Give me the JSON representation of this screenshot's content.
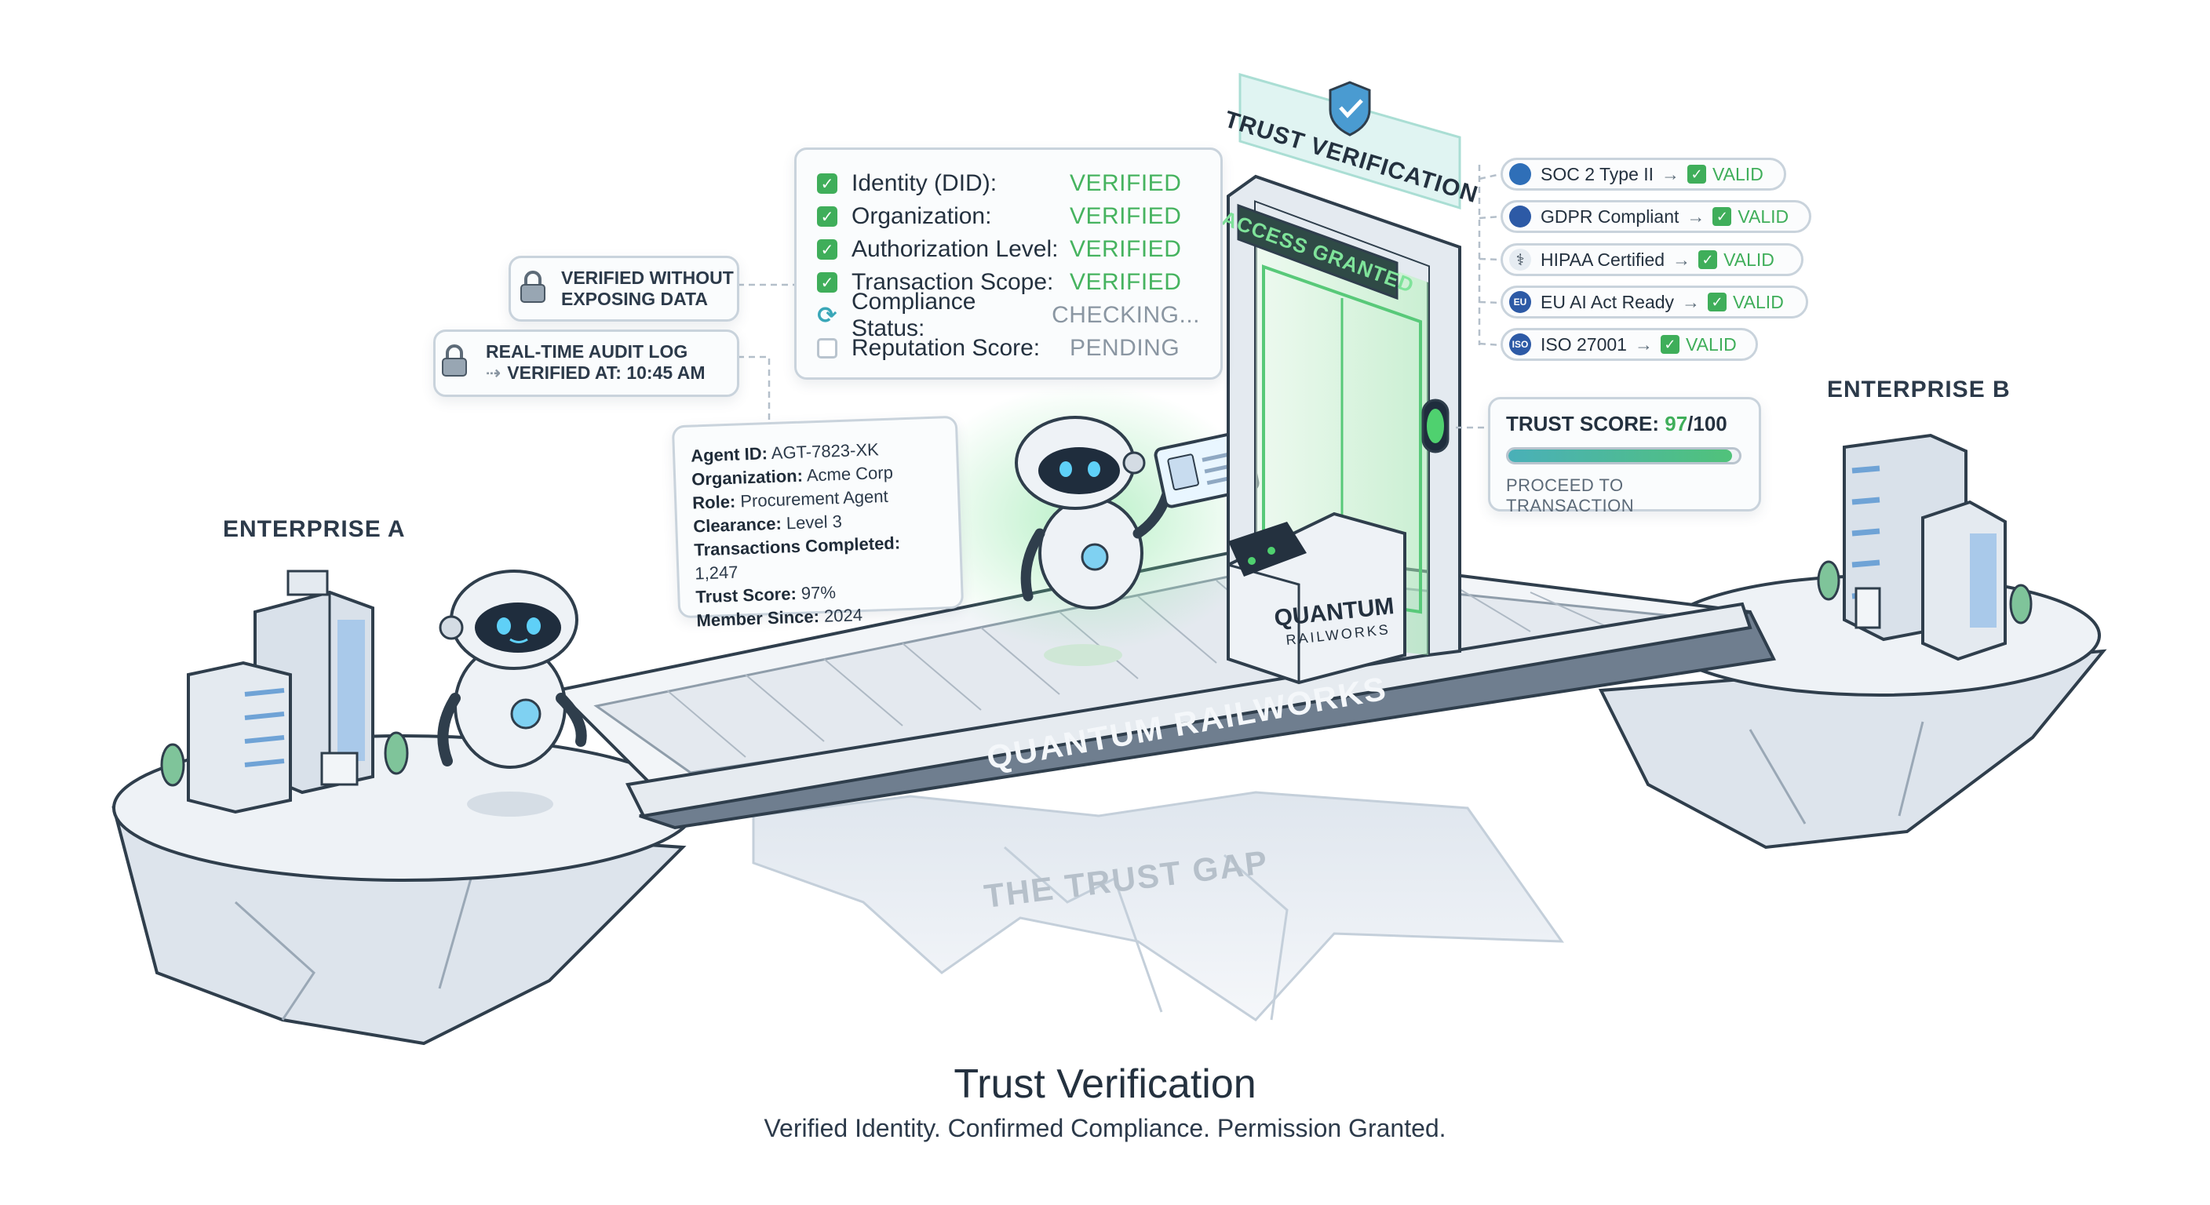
{
  "enterprises": {
    "a": "ENTERPRISE A",
    "b": "ENTERPRISE B"
  },
  "notes": {
    "privacy": {
      "line1": "VERIFIED WITHOUT",
      "line2": "EXPOSING DATA"
    },
    "audit": {
      "line1": "REAL-TIME AUDIT LOG",
      "line2": "VERIFIED AT: 10:45 AM"
    }
  },
  "checklist": [
    {
      "label": "Identity (DID):",
      "status": "VERIFIED",
      "state": "checked"
    },
    {
      "label": "Organization:",
      "status": "VERIFIED",
      "state": "checked"
    },
    {
      "label": "Authorization Level:",
      "status": "VERIFIED",
      "state": "checked"
    },
    {
      "label": "Transaction Scope:",
      "status": "VERIFIED",
      "state": "checked"
    },
    {
      "label": "Compliance Status:",
      "status": "CHECKING...",
      "state": "syncing"
    },
    {
      "label": "Reputation Score:",
      "status": "PENDING",
      "state": "empty"
    }
  ],
  "agent_card": {
    "fields": [
      {
        "key": "Agent ID:",
        "value": "AGT-7823-XK"
      },
      {
        "key": "Organization:",
        "value": "Acme Corp"
      },
      {
        "key": "Role:",
        "value": "Procurement Agent"
      },
      {
        "key": "Clearance:",
        "value": "Level 3"
      },
      {
        "key": "Transactions Completed:",
        "value": "1,247"
      },
      {
        "key": "Trust Score:",
        "value": "97%"
      },
      {
        "key": "Member Since:",
        "value": "2024"
      }
    ]
  },
  "gate": {
    "header": "TRUST VERIFICATION",
    "status": "ACCESS GRANTED"
  },
  "kiosk": {
    "line1": "QUANTUM",
    "line2": "RAILWORKS"
  },
  "rail_label": "QUANTUM RAILWORKS",
  "gap_label": "THE TRUST GAP",
  "certifications": [
    {
      "name": "SOC 2 Type II",
      "status": "VALID",
      "seal": ""
    },
    {
      "name": "GDPR Compliant",
      "status": "VALID",
      "seal": ""
    },
    {
      "name": "HIPAA Certified",
      "status": "VALID",
      "seal": "⚕"
    },
    {
      "name": "EU AI Act Ready",
      "status": "VALID",
      "seal": "EU"
    },
    {
      "name": "ISO 27001",
      "status": "VALID",
      "seal": "ISO"
    }
  ],
  "trust_score": {
    "label": "TRUST SCORE:",
    "value": "97",
    "max": "/100",
    "fraction": 0.97,
    "action": "PROCEED TO TRANSACTION"
  },
  "title": "Trust Verification",
  "subtitle": "Verified Identity. Confirmed Compliance. Permission Granted.",
  "colors": {
    "accent_green": "#3fae5a",
    "glow_green": "#5bd37a",
    "teal": "#4ab0b8",
    "line": "#2f3e4c",
    "surface": "#e8edf2"
  }
}
